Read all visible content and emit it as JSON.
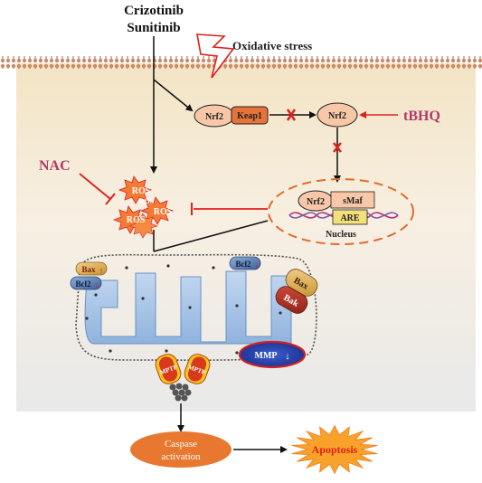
{
  "drugs": {
    "line1": "Crizotinib",
    "line2": "Sunitinib"
  },
  "oxidative_stress": "Oxidative stress",
  "nrf2_keap1": {
    "nrf2": "Nrf2",
    "keap1": "Keap1"
  },
  "nrf2_free": "Nrf2",
  "tbhq": "tBHQ",
  "nac": "NAC",
  "ros": [
    "ROS",
    "ROS",
    "ROS",
    "ROS"
  ],
  "nucleus": {
    "nrf2": "Nrf2",
    "smaf": "sMaf",
    "are": "ARE",
    "label": "Nucleus"
  },
  "mito": {
    "bax_left": "Bax",
    "bcl2_left": "Bcl2",
    "bcl2_right": "Bcl2",
    "bax_right": "Bax",
    "bak_right": "Bak",
    "mmp": "MMP",
    "mptp_left": "MPTP",
    "mptp_right": "MPTP"
  },
  "caspase": {
    "line1": "Caspase",
    "line2": "activation"
  },
  "apoptosis": "Apoptosis",
  "colors": {
    "cytoplasm": "#f6ebd5",
    "lower_region": "#ececec",
    "nrf2_fill": "#f7c7a7",
    "keap1_fill": "#e6733a",
    "inhibit_red": "#e0201b",
    "nac_text": "#b23a6a",
    "tbhq_text": "#b23a6a",
    "caspase_fill": "#e8782f",
    "apoptosis_fill": "#f8a22a",
    "nucleus_border": "#e26b27",
    "mito_fill": "#a8c6e8"
  }
}
